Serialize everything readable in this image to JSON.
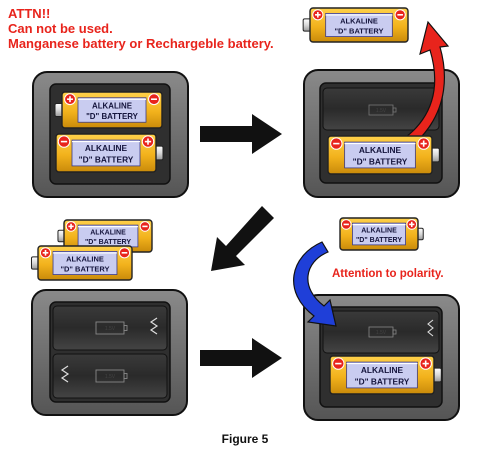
{
  "warning": {
    "line1": "ATTN!!",
    "line2": "Can not be used.",
    "line3": "Manganese battery or Rechargeble battery."
  },
  "battery": {
    "line1": "ALKALINE",
    "line2": "\"D\" BATTERY",
    "plus": "+",
    "minus": "−"
  },
  "slot_voltage": "1.5V",
  "polarity_note": "Attention to polarity.",
  "caption": "Figure 5",
  "colors": {
    "warning_text": "#e8241c",
    "arrow_red": "#e8241c",
    "arrow_blue": "#1f3fd8",
    "arrow_black": "#111111",
    "battery_body": "#f2b21c",
    "battery_label": "#c9ccf0",
    "compartment": "#6e6e6e"
  }
}
